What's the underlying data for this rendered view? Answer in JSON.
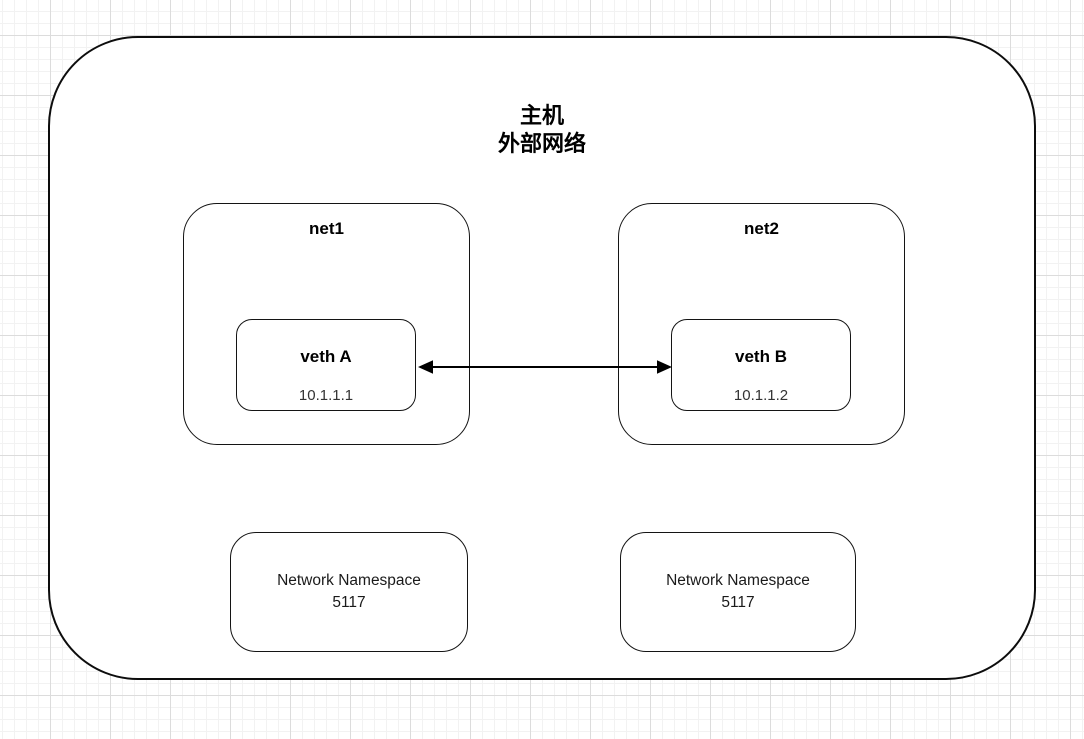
{
  "diagram": {
    "title_lines": [
      "主机",
      "外部网络"
    ],
    "net_namespaces": [
      {
        "label": "net1",
        "veth_name": "veth A",
        "veth_ip": "10.1.1.1"
      },
      {
        "label": "net2",
        "veth_name": "veth B",
        "veth_ip": "10.1.1.2"
      }
    ],
    "process_labels": [
      {
        "line1": "Network Namespace",
        "line2": "5117"
      },
      {
        "line1": "Network Namespace",
        "line2": "5117"
      }
    ],
    "connection": {
      "type": "bidirectional-arrow",
      "from": "veth A",
      "to": "veth B"
    },
    "colors": {
      "stroke": "#000000",
      "shape_fill": "#ffffff",
      "grid_minor": "#f2f2f2",
      "grid_major": "#dcdcdc",
      "ip_text": "#333333"
    }
  }
}
